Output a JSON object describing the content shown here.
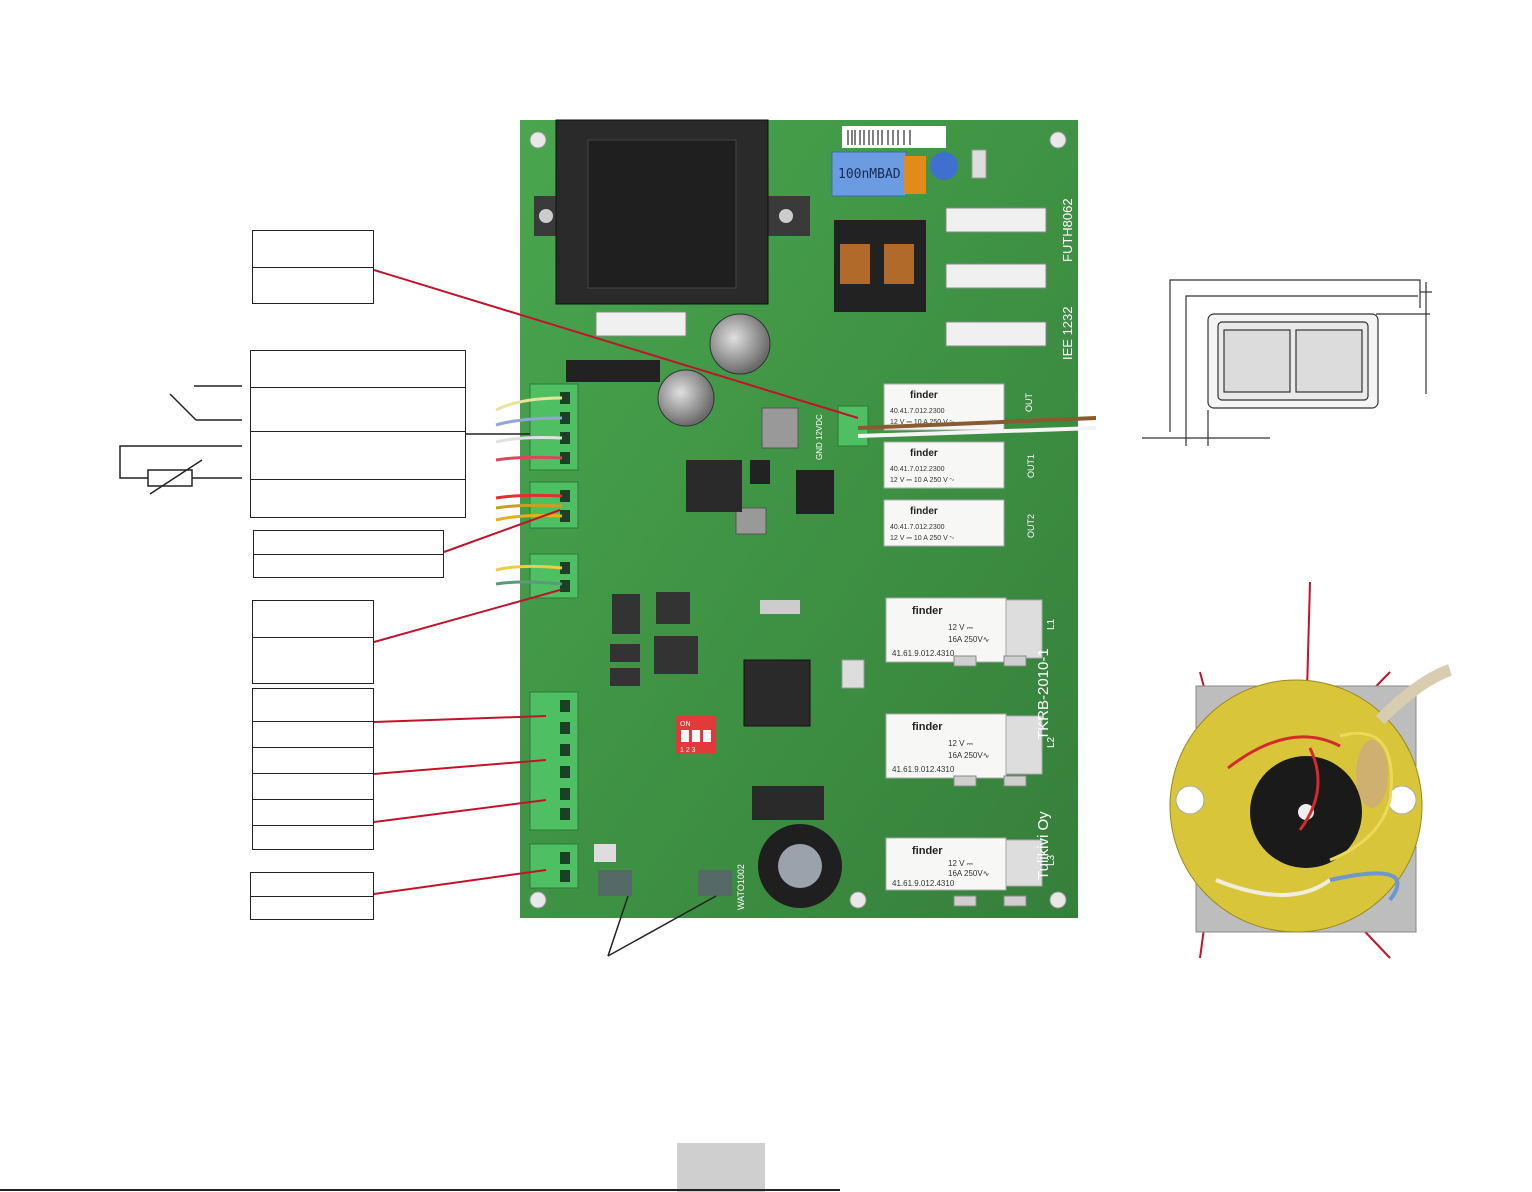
{
  "board": {
    "labels": {
      "cap_value": "100nMBAD",
      "part_code": "FUTH8062",
      "ref_code": "IEE 1232",
      "relay_brand": "finder",
      "relay_small_model": "40.41.7.012.2300",
      "relay_small_rating": "12 V ⎓  10 A 250 V ∿",
      "relay_large_model": "41.61.9.012.4310",
      "relay_large_rating": "16A 250V∿",
      "relay_coil": "12 V ⎓",
      "board_name": "TKRB-2010-1",
      "maker": "Tulikivi Oy",
      "dip_on": "ON",
      "dip_123": "1 2 3",
      "out_l1": "L1",
      "out_l2": "L2",
      "out_l3": "L3",
      "out1": "OUT1",
      "out2": "OUT2",
      "gnd12": "GND 12VDC",
      "ic_label": "WATO1002"
    }
  },
  "colors": {
    "pcb": "#3e9a44",
    "pcb_dark": "#2f7f37",
    "leader": "#c0142a",
    "terminal": "#4fbf63"
  },
  "footer": {
    "page_number": ""
  }
}
